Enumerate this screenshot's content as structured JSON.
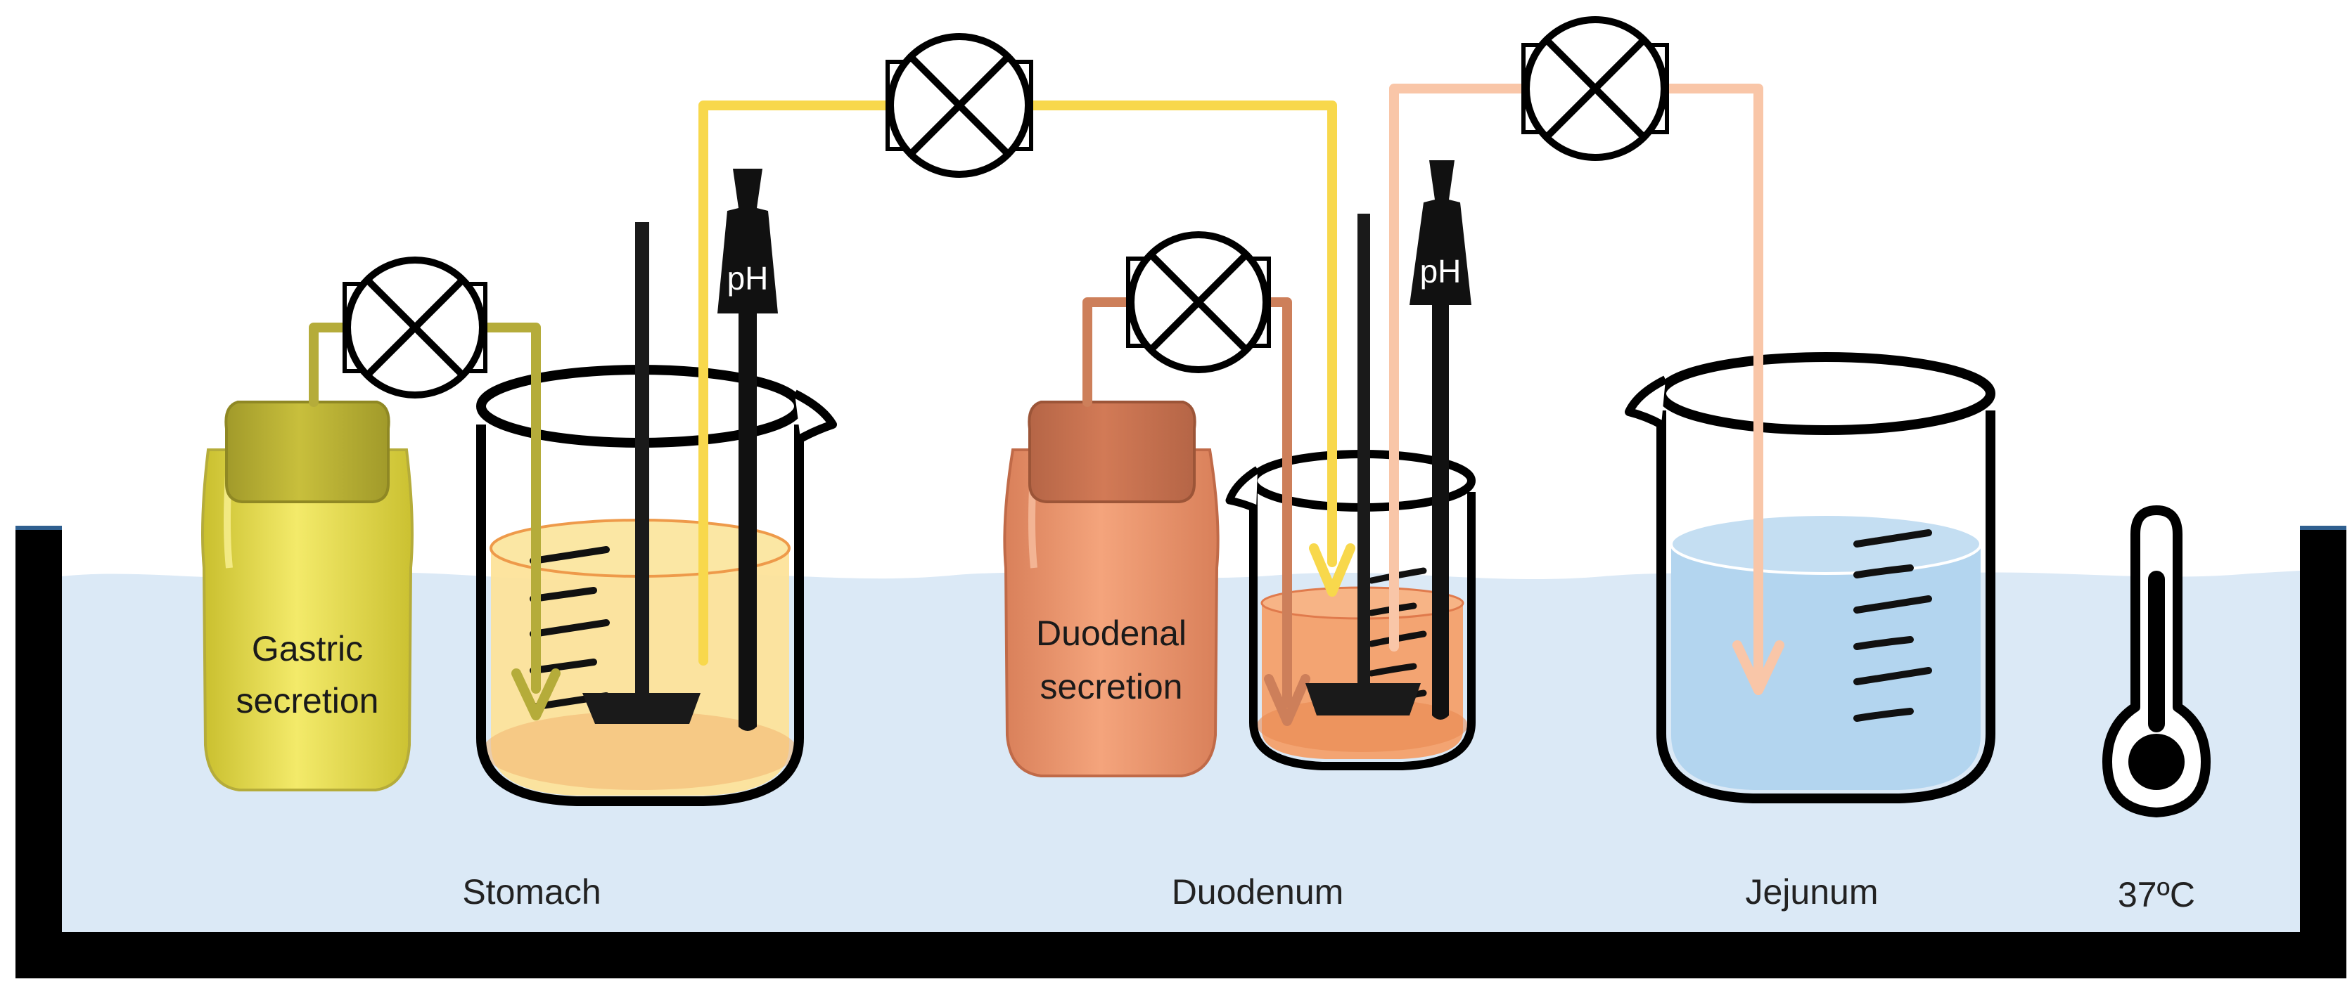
{
  "labels": {
    "stomach": "Stomach",
    "duodenum": "Duodenum",
    "jejunum": "Jejunum",
    "temperature": "37ºC"
  },
  "bottles": {
    "gastric": {
      "line1": "Gastric",
      "line2": "secretion"
    },
    "duodenal": {
      "line1": "Duodenal",
      "line2": "secretion"
    }
  },
  "probes": {
    "stomach_ph": "pH",
    "duodenum_ph": "pH"
  },
  "colors": {
    "bath_water": "#dbe9f6",
    "bath_wall": "#000000",
    "gastric": "#e2d84a",
    "gastric_line": "#b5ac3a",
    "stomach_fluid": "#fde39a",
    "transfer_yellow": "#f8d84c",
    "duodenal": "#e8916a",
    "duodenal_line": "#cd7f5a",
    "duodenum_fluid": "#f4a06a",
    "transfer_peach": "#f9c6a8",
    "jejunum_fluid": "#b3d5ef"
  }
}
